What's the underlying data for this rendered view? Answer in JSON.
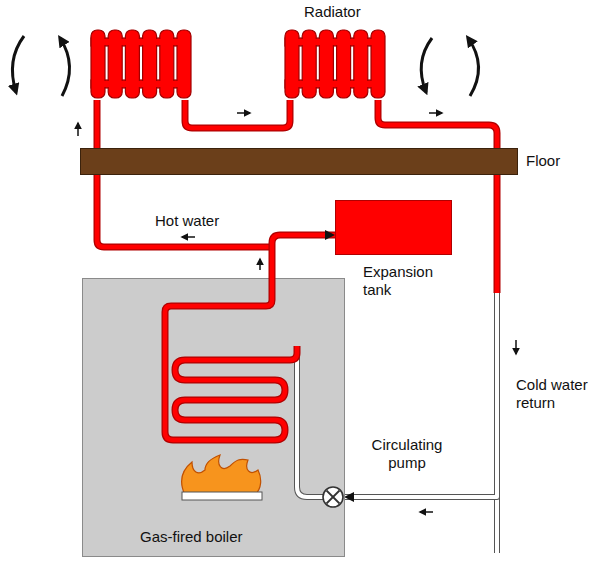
{
  "diagram": {
    "nodes": [
      {
        "text": [
          "Radiator"
        ]
      },
      {
        "text": [
          "Floor"
        ]
      },
      {
        "text": [
          "Expansion tank"
        ]
      },
      {
        "text": [
          "Circulating pump"
        ]
      },
      {
        "text": [
          "Gas-fired boiler"
        ]
      }
    ],
    "edges": [
      {
        "from": 4,
        "to": 2,
        "arrow": "to"
      },
      {
        "from": 0,
        "to": 3,
        "arrow": "to"
      }
    ],
    "labels": [
      "Hot water",
      "Cold water return"
    ]
  }
}
